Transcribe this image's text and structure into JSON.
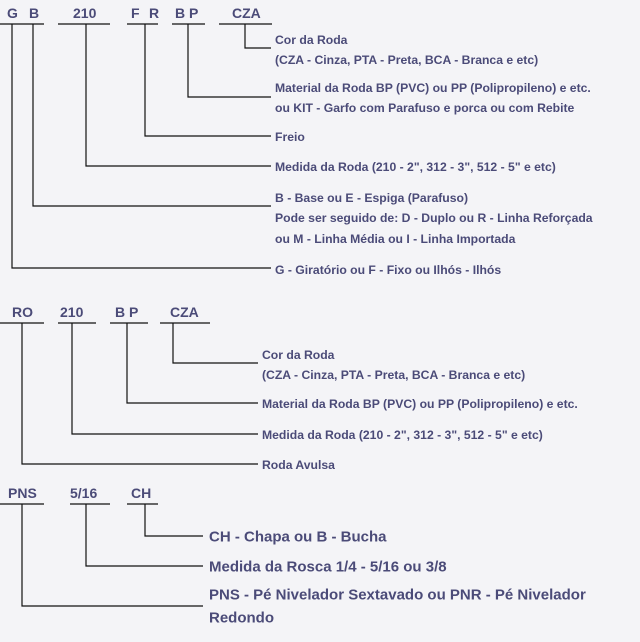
{
  "section1": {
    "codes": [
      "G",
      "B",
      "210",
      "F",
      "R",
      "B P",
      "CZA"
    ],
    "labels": {
      "cor_1": "Cor da Roda",
      "cor_2": "(CZA - Cinza, PTA - Preta, BCA - Branca e etc)",
      "material_1": "Material da Roda BP (PVC) ou PP (Polipropileno) e etc.",
      "material_2": "ou KIT - Garfo com Parafuso e porca ou com Rebite",
      "freio": "Freio",
      "medida": "Medida da Roda (210 - 2\", 312 - 3\", 512 - 5\" e etc)",
      "base_1": "B - Base ou E - Espiga (Parafuso)",
      "base_2": "Pode ser seguido de: D - Duplo ou R - Linha Reforçada",
      "base_3": "ou M - Linha Média ou I - Linha Importada",
      "giratorio": "G - Giratório ou F - Fixo  ou Ilhós - Ilhós"
    }
  },
  "section2": {
    "codes": [
      "RO",
      "210",
      "B P",
      "CZA"
    ],
    "labels": {
      "cor_1": "Cor da Roda",
      "cor_2": "(CZA - Cinza, PTA - Preta, BCA - Branca e etc)",
      "material": "Material da Roda BP (PVC) ou PP (Polipropileno) e etc.",
      "medida": "Medida da Roda (210 - 2\", 312 - 3\", 512 - 5\" e etc)",
      "avulsa": "Roda Avulsa"
    }
  },
  "section3": {
    "codes": [
      "PNS",
      "5/16",
      "CH"
    ],
    "labels": {
      "chapa": "CH - Chapa ou B - Bucha",
      "rosca": "Medida da Rosca 1/4 - 5/16 ou 3/8",
      "pns_1": "PNS - Pé Nivelador Sextavado ou PNR - Pé Nivelador",
      "pns_2": "Redondo"
    }
  }
}
